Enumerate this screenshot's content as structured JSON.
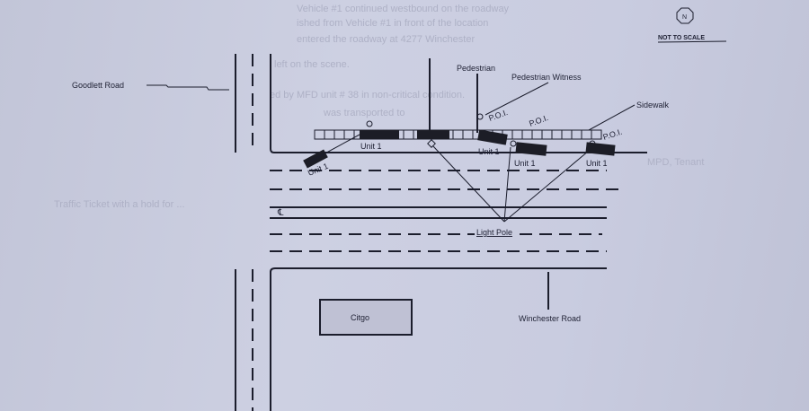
{
  "document": {
    "background_text": [
      "Vehicle #1 continued westbound on the roadway",
      "ished from Vehicle #1 in front of the location",
      "entered the roadway at 4277 Winchester",
      "left on the scene.",
      "ed by MFD unit # 38 in non-critical condition.",
      "was transported to",
      "MPD, Tenant",
      "Traffic Ticket with a hold for ..."
    ]
  },
  "diagram": {
    "compass_label": "N",
    "scale_note": "NOT TO SCALE",
    "labels": {
      "goodlett_road": "Goodlett Road",
      "winchester_road": "Winchester Road",
      "pedestrian": "Pedestrian",
      "pedestrian_witness": "Pedestrian Witness",
      "sidewalk": "Sidewalk",
      "light_pole": "Light Pole",
      "citgo": "Citgo",
      "centerline": "℄"
    },
    "poi_labels": [
      "P.O.I.",
      "P.O.I.",
      "P.O.I."
    ],
    "unit_labels": [
      "Unit 1",
      "Unit 1",
      "Unit 1",
      "Unit 1",
      "Unit 1"
    ]
  }
}
